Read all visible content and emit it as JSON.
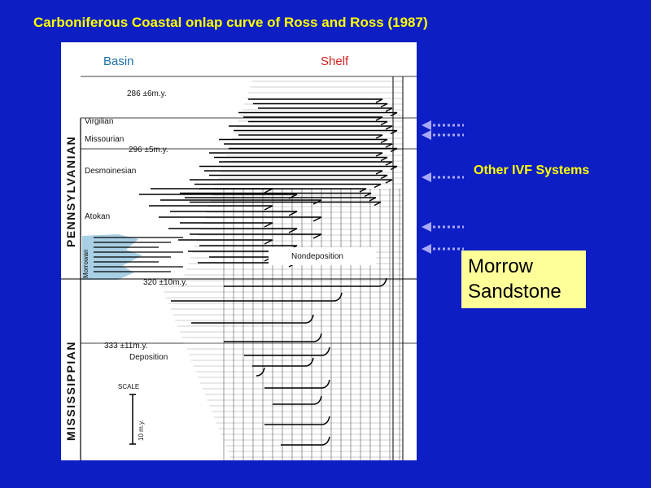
{
  "slide": {
    "title": "Carboniferous Coastal onlap curve of Ross and Ross (1987)"
  },
  "figure": {
    "basin_label": "Basin",
    "shelf_label": "Shelf",
    "periods": [
      "PENNSYLVANIAN",
      "MISSISSIPPIAN"
    ],
    "stages": [
      "Virgilian",
      "Missourian",
      "Desmoinesian",
      "Atokan",
      "Morrowan"
    ],
    "ages": [
      "286 ±6m.y.",
      "296 ±5m.y.",
      "320 ±10m.y.",
      "333 ±11m.y."
    ],
    "nondeposition_label": "Nondeposition",
    "deposition_label": "Deposition",
    "scale_label": "SCALE",
    "scale_value": "10 m.y.",
    "basin_color": "#a8cfe4",
    "title_color": "#ffff00",
    "background_color": "#0d1fc4"
  },
  "annotations": {
    "arrow_icon": "dotted-left-arrow-icon",
    "arrow_color": "#a8a8ff",
    "other_label": "Other IVF Systems",
    "morrow_line1": "Morrow",
    "morrow_line2": "Sandstone",
    "morrow_box_color": "#ffff99"
  }
}
